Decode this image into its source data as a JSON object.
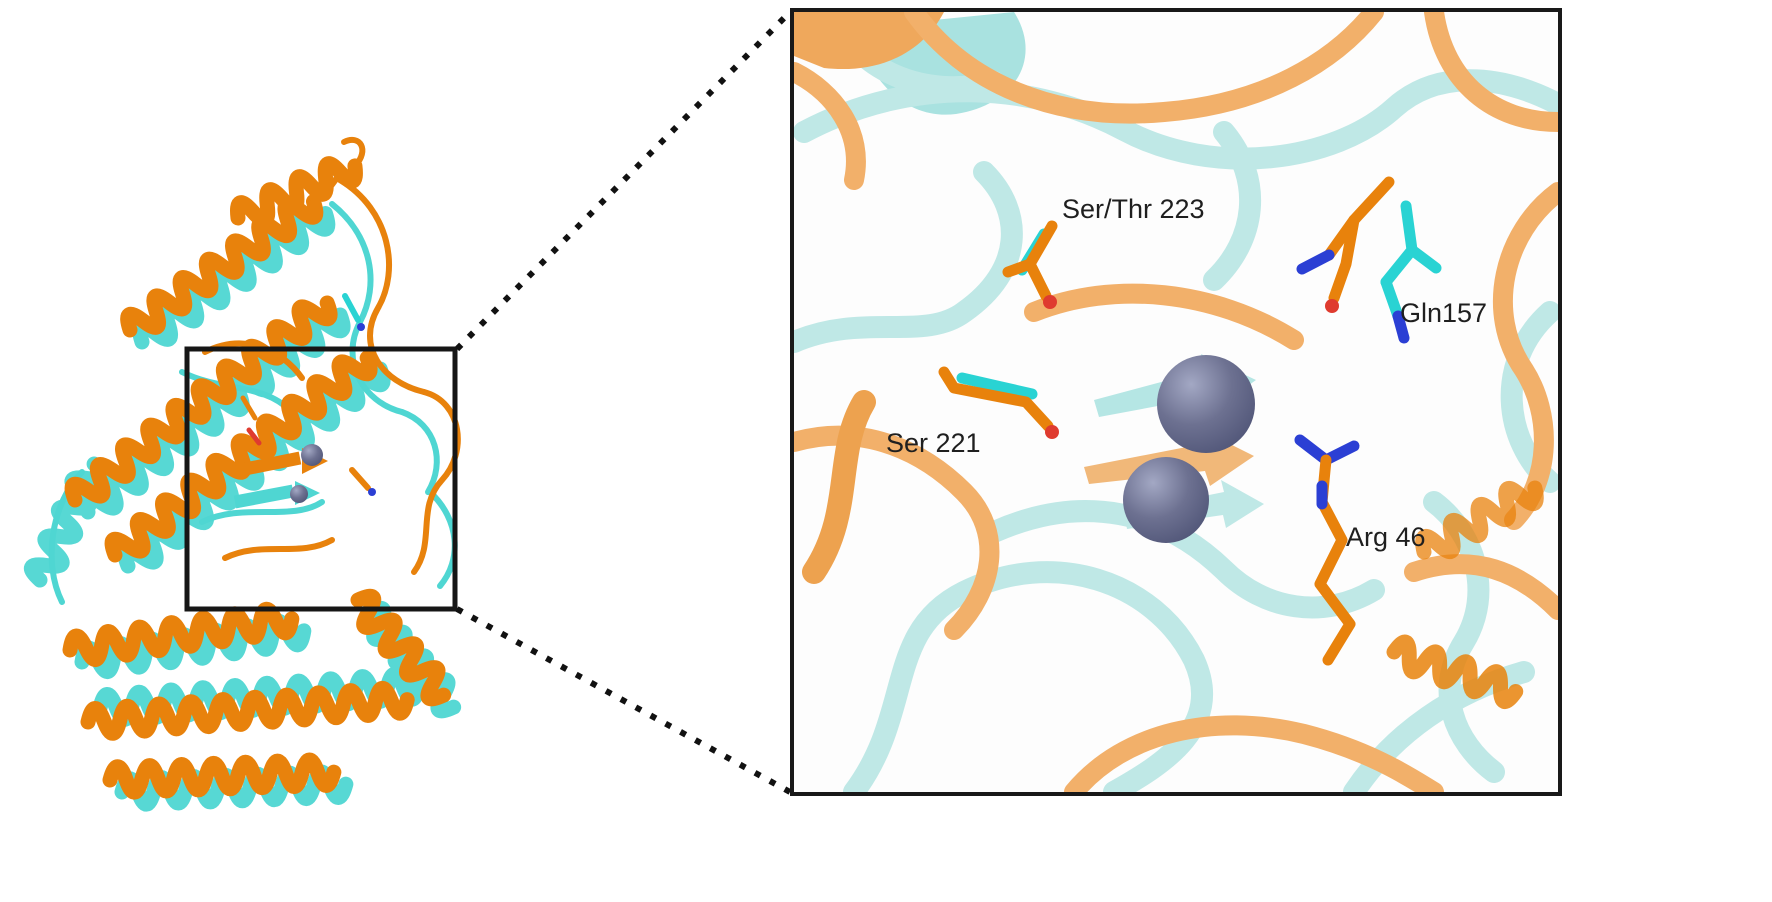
{
  "figure": {
    "type": "protein-structure-superposition-with-active-site-zoom",
    "overview_panel": {
      "ion_count": 2
    },
    "zoom_panel": {
      "ion_count": 2,
      "residue_labels": [
        {
          "id": "ser-thr-223",
          "text": "Ser/Thr 223"
        },
        {
          "id": "gln157",
          "text": "Gln157"
        },
        {
          "id": "ser221",
          "text": "Ser 221"
        },
        {
          "id": "arg46",
          "text": "Arg 46"
        }
      ]
    },
    "colors": {
      "structure_orange": "#e8820c",
      "structure_cyan": "#45d5d2",
      "pale_orange_ribbon": "#f2b06a",
      "pale_cyan_ribbon": "#bfe8e6",
      "ion_sphere_gray": "#6d7191",
      "oxygen_red": "#df3b2f",
      "nitrogen_blue": "#2b3fd4",
      "label_text": "#1f1f1f",
      "panel_border": "#191919"
    }
  }
}
